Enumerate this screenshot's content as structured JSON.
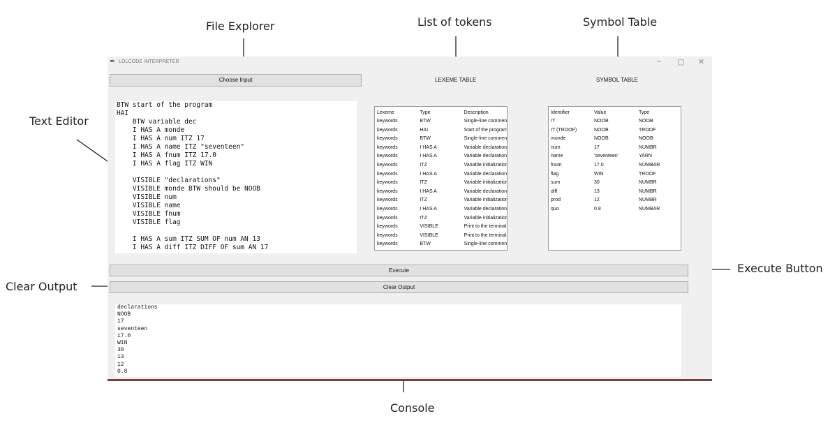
{
  "annotations": {
    "file_explorer": "File Explorer",
    "list_of_tokens": "List of tokens",
    "symbol_table": "Symbol Table",
    "text_editor": "Text Editor",
    "execute_button": "Execute Button",
    "clear_output": "Clear Output",
    "console": "Console"
  },
  "window": {
    "title": "LOLCODE INTERPRETER",
    "icon": "feather-icon",
    "controls": {
      "minimize": "–",
      "maximize": "▢",
      "close": "✕"
    }
  },
  "toolbar": {
    "choose_input": "Choose Input",
    "lexeme_table_title": "LEXEME TABLE",
    "symbol_table_title": "SYMBOL TABLE"
  },
  "editor": {
    "lines": [
      "BTW start of the program",
      "HAI",
      "    BTW variable dec",
      "    I HAS A monde",
      "    I HAS A num ITZ 17",
      "    I HAS A name ITZ \"seventeen\"",
      "    I HAS A fnum ITZ 17.0",
      "    I HAS A flag ITZ WIN",
      "",
      "    VISIBLE \"declarations\"",
      "    VISIBLE monde BTW should be NOOB",
      "    VISIBLE num",
      "    VISIBLE name",
      "    VISIBLE fnum",
      "    VISIBLE flag",
      "",
      "    I HAS A sum ITZ SUM OF num AN 13",
      "    I HAS A diff ITZ DIFF OF sum AN 17"
    ]
  },
  "lexeme_table": {
    "headers": [
      "Lexeme",
      "Type",
      "Description"
    ],
    "rows": [
      [
        "keywords",
        "BTW",
        "Single-line comment"
      ],
      [
        "keywords",
        "HAI",
        "Start of the program"
      ],
      [
        "keywords",
        "BTW",
        "Single-line comment"
      ],
      [
        "keywords",
        "I HAS A",
        "Variable declaration"
      ],
      [
        "keywords",
        "I HAS A",
        "Variable declaration"
      ],
      [
        "keywords",
        "ITZ",
        "Variable initialization"
      ],
      [
        "keywords",
        "I HAS A",
        "Variable declaration"
      ],
      [
        "keywords",
        "ITZ",
        "Variable initialization"
      ],
      [
        "keywords",
        "I HAS A",
        "Variable declaration"
      ],
      [
        "keywords",
        "ITZ",
        "Variable initialization"
      ],
      [
        "keywords",
        "I HAS A",
        "Variable declaration"
      ],
      [
        "keywords",
        "ITZ",
        "Variable initialization"
      ],
      [
        "keywords",
        "VISIBLE",
        "Print to the terminal"
      ],
      [
        "keywords",
        "VISIBLE",
        "Print to the terminal"
      ],
      [
        "keywords",
        "BTW",
        "Single-line comment"
      ]
    ]
  },
  "symbol_table": {
    "headers": [
      "Identifier",
      "Value",
      "Type"
    ],
    "rows": [
      [
        "IT",
        "NOOB",
        "NOOB"
      ],
      [
        "IT (TROOF)",
        "NOOB",
        "TROOF"
      ],
      [
        "monde",
        "NOOB",
        "NOOB"
      ],
      [
        "num",
        "17",
        "NUMBR"
      ],
      [
        "name",
        "'seventeen'",
        "YARN"
      ],
      [
        "fnum",
        "17.0",
        "NUMBAR"
      ],
      [
        "flag",
        "WIN",
        "TROOF"
      ],
      [
        "sum",
        "30",
        "NUMBR"
      ],
      [
        "diff",
        "13",
        "NUMBR"
      ],
      [
        "prod",
        "12",
        "NUMBR"
      ],
      [
        "quo",
        "0.8",
        "NUMBAR"
      ]
    ]
  },
  "buttons": {
    "execute": "Execute",
    "clear_output": "Clear Output"
  },
  "console": {
    "lines": [
      "declarations",
      "NOOB",
      "17",
      "seventeen",
      "17.0",
      "WIN",
      "30",
      "13",
      "12",
      "0.8"
    ]
  }
}
